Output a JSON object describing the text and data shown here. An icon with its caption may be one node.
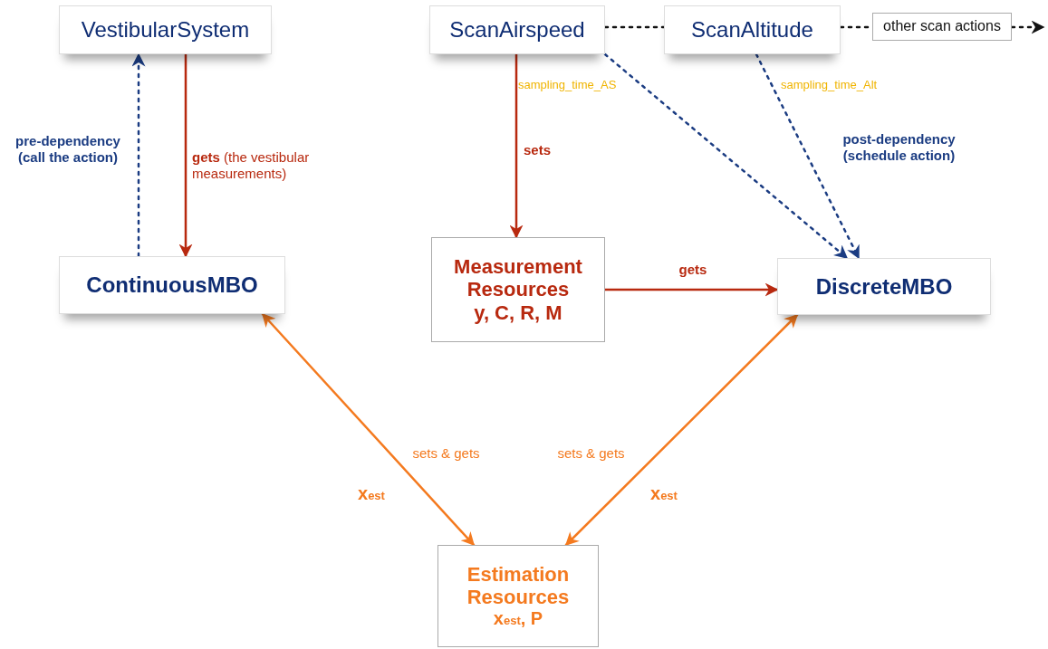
{
  "diagram": {
    "nodes": [
      {
        "text": [
          "VestibularSystem"
        ]
      },
      {
        "text": [
          "ScanAirspeed"
        ],
        "beside": [
          "sampling_time_AS"
        ]
      },
      {
        "text": [
          "ScanAltitude"
        ],
        "beside": [
          "sampling_time_Alt"
        ]
      },
      {
        "text": [
          "other scan actions"
        ]
      },
      {
        "text": [
          "ContinuousMBO"
        ]
      },
      {
        "text": [
          "Measurement Resources",
          "y, C, R, M"
        ]
      },
      {
        "text": [
          "DiscreteMBO"
        ]
      },
      {
        "text": [
          "Estimation Resources",
          "x$_{est}$, P"
        ]
      }
    ],
    "edges": [
      {
        "from": 4,
        "to": 0,
        "arrow": "to",
        "label": "pre-dependency (call the action)",
        "style": "dashed",
        "color": "#1b3c82"
      },
      {
        "from": 0,
        "to": 4,
        "arrow": "to",
        "label": "**gets** (the vestibular measurements)",
        "color": "#b8290f"
      },
      {
        "from": 1,
        "to": 5,
        "arrow": "to",
        "label": "sets",
        "color": "#b8290f"
      },
      {
        "from": 1,
        "to": 6,
        "arrow": "to",
        "style": "dashed",
        "color": "#1b3c82"
      },
      {
        "from": 2,
        "to": 6,
        "arrow": "to",
        "label": "post-dependency (schedule action)",
        "style": "dashed",
        "color": "#1b3c82"
      },
      {
        "from": 5,
        "to": 6,
        "arrow": "to",
        "label": "gets",
        "color": "#b8290f"
      },
      {
        "from": 4,
        "to": 7,
        "arrow": "both",
        "label": "sets & gets",
        "color": "#f47a1f"
      },
      {
        "from": 6,
        "to": 7,
        "arrow": "both",
        "label": "sets & gets",
        "color": "#f47a1f"
      },
      {
        "from": 1,
        "to": 2,
        "arrow": "none",
        "style": "dashed",
        "color": "#111111"
      },
      {
        "from": 2,
        "to": 3,
        "arrow": "none",
        "style": "dashed",
        "color": "#111111"
      },
      {
        "from": 3,
        "to": null,
        "arrow": "to",
        "style": "dashed",
        "color": "#111111"
      }
    ],
    "labels": [
      "x$_{est}$",
      "x$_{est}$"
    ]
  }
}
